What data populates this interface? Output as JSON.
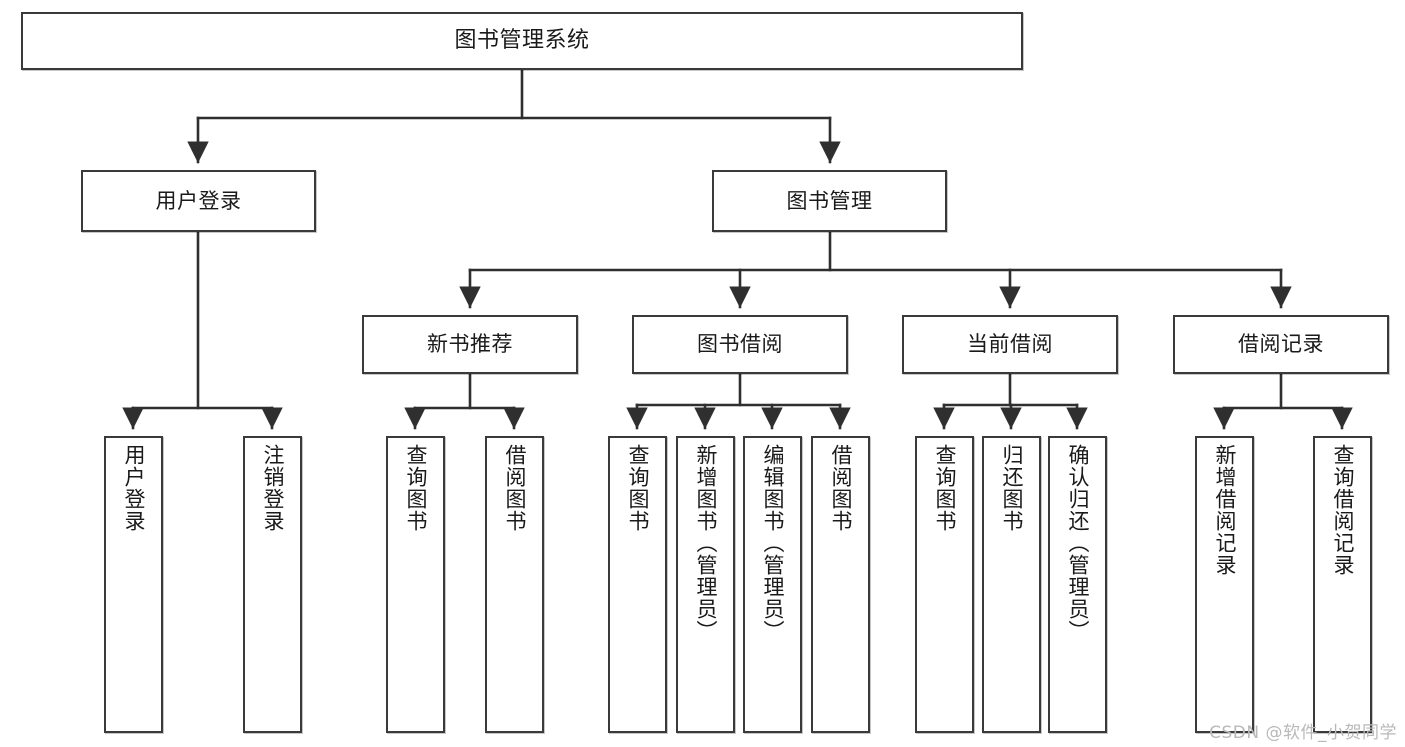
{
  "diagram": {
    "title": "图书管理系统",
    "type": "hierarchy-tree",
    "watermark": "CSDN @软件_小贺同学",
    "colors": {
      "box_border": "#3a3a3a",
      "box_fill": "#ffffff",
      "connector": "#2f2f2f",
      "text": "#1a1a1a",
      "watermark": "#b9b9b9"
    },
    "levels": [
      {
        "level": 1,
        "nodes": [
          {
            "id": "root",
            "label": "图书管理系统",
            "orientation": "horizontal"
          }
        ]
      },
      {
        "level": 2,
        "nodes": [
          {
            "id": "user-login",
            "label": "用户登录",
            "orientation": "horizontal",
            "parent": "root"
          },
          {
            "id": "book-manage",
            "label": "图书管理",
            "orientation": "horizontal",
            "parent": "root"
          }
        ]
      },
      {
        "level": 3,
        "nodes": [
          {
            "id": "new-book-rec",
            "label": "新书推荐",
            "orientation": "horizontal",
            "parent": "book-manage"
          },
          {
            "id": "book-borrow",
            "label": "图书借阅",
            "orientation": "horizontal",
            "parent": "book-manage"
          },
          {
            "id": "current-borrow",
            "label": "当前借阅",
            "orientation": "horizontal",
            "parent": "book-manage"
          },
          {
            "id": "borrow-record",
            "label": "借阅记录",
            "orientation": "horizontal",
            "parent": "book-manage"
          }
        ]
      },
      {
        "level": 4,
        "nodes": [
          {
            "id": "leaf-user-login",
            "label": "用户登录",
            "orientation": "vertical",
            "parent": "user-login"
          },
          {
            "id": "leaf-logout",
            "label": "注销登录",
            "orientation": "vertical",
            "parent": "user-login"
          },
          {
            "id": "leaf-query-book-1",
            "label": "查询图书",
            "orientation": "vertical",
            "parent": "new-book-rec"
          },
          {
            "id": "leaf-borrow-book-1",
            "label": "借阅图书",
            "orientation": "vertical",
            "parent": "new-book-rec"
          },
          {
            "id": "leaf-query-book-2",
            "label": "查询图书",
            "orientation": "vertical",
            "parent": "book-borrow"
          },
          {
            "id": "leaf-add-book",
            "label": "新增图书（管理员）",
            "orientation": "vertical",
            "parent": "book-borrow"
          },
          {
            "id": "leaf-edit-book",
            "label": "编辑图书（管理员）",
            "orientation": "vertical",
            "parent": "book-borrow"
          },
          {
            "id": "leaf-borrow-book-2",
            "label": "借阅图书",
            "orientation": "vertical",
            "parent": "book-borrow"
          },
          {
            "id": "leaf-query-book-3",
            "label": "查询图书",
            "orientation": "vertical",
            "parent": "current-borrow"
          },
          {
            "id": "leaf-return-book",
            "label": "归还图书",
            "orientation": "vertical",
            "parent": "current-borrow"
          },
          {
            "id": "leaf-confirm-return",
            "label": "确认归还（管理员）",
            "orientation": "vertical",
            "parent": "current-borrow"
          },
          {
            "id": "leaf-add-record",
            "label": "新增借阅记录",
            "orientation": "vertical",
            "parent": "borrow-record"
          },
          {
            "id": "leaf-query-record",
            "label": "查询借阅记录",
            "orientation": "vertical",
            "parent": "borrow-record"
          }
        ]
      }
    ]
  }
}
